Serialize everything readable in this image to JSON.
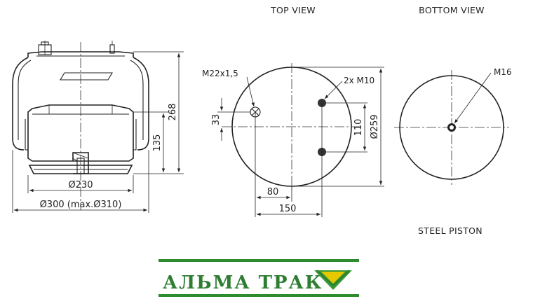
{
  "views": {
    "top": "TOP VIEW",
    "bottom": "BOTTOM VIEW",
    "piston": "STEEL PISTON"
  },
  "dimensions": {
    "height_total": "268",
    "height_piston": "135",
    "diameter_piston": "Ø230",
    "diameter_bellow": "Ø300 (max.Ø310)",
    "thread_m22": "M22x1,5",
    "studs": "2x M10",
    "offset_33": "33",
    "spacing_110": "110",
    "diameter_plate": "Ø259",
    "offset_80": "80",
    "offset_150": "150",
    "thread_m16": "M16"
  },
  "brand": {
    "name": "АЛЬМА ТРАК",
    "color_text": "#2e7d32",
    "color_line": "#2e8b2e",
    "logo_green": "#3a9b35",
    "logo_yellow": "#e6c800"
  }
}
